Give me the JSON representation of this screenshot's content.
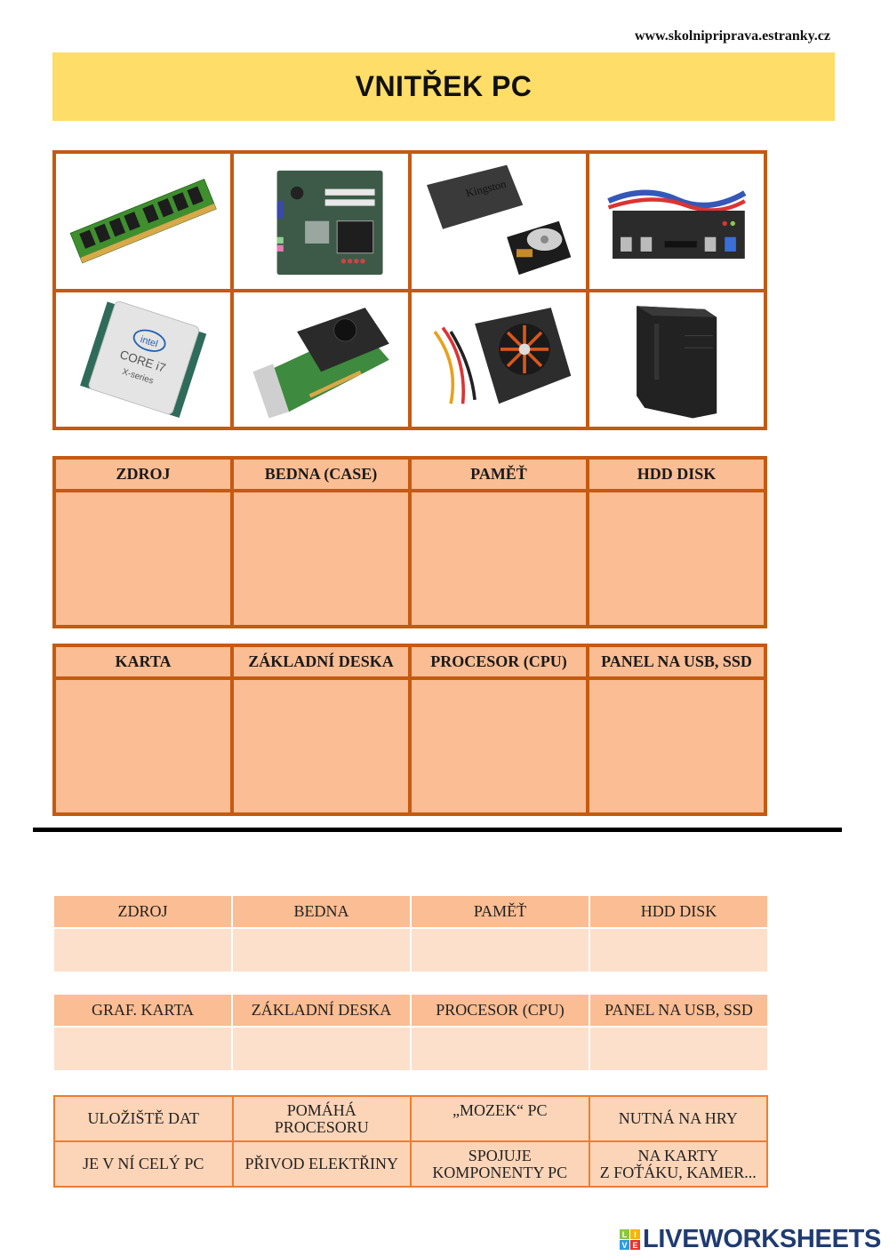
{
  "header": {
    "site_url": "www.skolnipriprava.estranky.cz",
    "title": "VNITŘEK PC"
  },
  "picture_grid": {
    "items": [
      {
        "icon": "ram-module-icon"
      },
      {
        "icon": "motherboard-icon"
      },
      {
        "icon": "ssd-and-hdd-icon"
      },
      {
        "icon": "usb-front-panel-icon"
      },
      {
        "icon": "cpu-intel-core-i7-icon",
        "label": "CORE i7",
        "sublabel": "X-series",
        "brand": "intel"
      },
      {
        "icon": "graphics-card-icon"
      },
      {
        "icon": "power-supply-icon"
      },
      {
        "icon": "pc-case-icon"
      }
    ],
    "ssd_brand": "Kingston"
  },
  "answer_tables": [
    {
      "headers": [
        "ZDROJ",
        "BEDNA (CASE)",
        "PAMĚŤ",
        "HDD DISK"
      ]
    },
    {
      "headers": [
        "KARTA",
        "ZÁKLADNÍ DESKA",
        "PROCESOR (CPU)",
        "PANEL NA USB, SSD"
      ]
    }
  ],
  "description_tables": [
    {
      "headers": [
        "ZDROJ",
        "BEDNA",
        "PAMĚŤ",
        "HDD DISK"
      ]
    },
    {
      "headers": [
        "GRAF. KARTA",
        "ZÁKLADNÍ DESKA",
        "PROCESOR (CPU)",
        "PANEL NA USB, SSD"
      ]
    }
  ],
  "clues": {
    "row1": [
      "ULOŽIŠTĚ DAT",
      "POMÁHÁ\nPROCESORU",
      "„MOZEK“ PC",
      "NUTNÁ NA HRY"
    ],
    "row2": [
      "JE V NÍ CELÝ PC",
      "PŘIVOD ELEKTŘINY",
      "SPOJUJE\nKOMPONENTY PC",
      "NA KARTY\nZ FOŤÁKU, KAMER..."
    ]
  },
  "branding": {
    "logo_letters": [
      "L",
      "I",
      "V",
      "E"
    ],
    "logo_colors": [
      "#8cc63f",
      "#f7b500",
      "#2f9be0",
      "#e8332a"
    ],
    "name": "LIVEWORKSHEETS"
  },
  "colors": {
    "title_bg": "#fedd68",
    "border_orange": "#c55a11",
    "cell_peach": "#fbbd93",
    "cell_light": "#fde0cb",
    "brand_blue": "#1f3b72"
  }
}
